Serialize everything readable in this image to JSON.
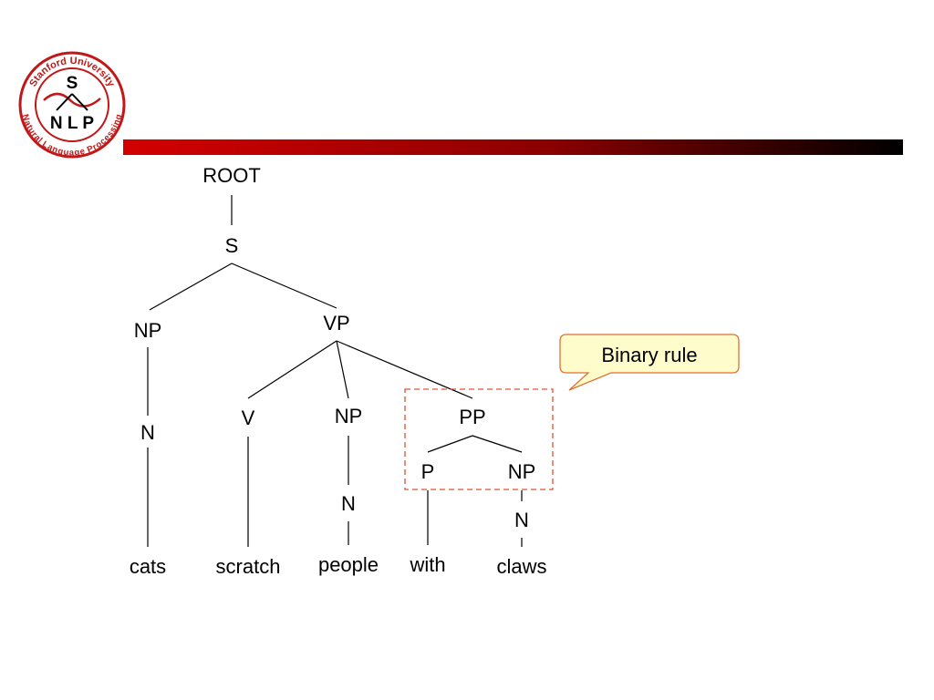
{
  "logo": {
    "ring_top_text": "Stanford University",
    "ring_bottom_text": "Natural Language Processing",
    "letter_s": "S",
    "letters_nlp": "N L P",
    "colors": {
      "ring": "#c01818",
      "text": "#000000"
    }
  },
  "header_bar": {
    "gradient_start": "#d40000",
    "gradient_end": "#000000"
  },
  "tree": {
    "root": "ROOT",
    "s": "S",
    "np_subject": "NP",
    "vp": "VP",
    "n_subject": "N",
    "v": "V",
    "np_object": "NP",
    "n_object": "N",
    "pp": "PP",
    "p": "P",
    "np_pp": "NP",
    "n_pp": "N",
    "words": {
      "cats": "cats",
      "scratch": "scratch",
      "people": "people",
      "with": "with",
      "claws": "claws"
    }
  },
  "callout": {
    "label": "Binary rule",
    "fill": "#fffccc",
    "border": "#e07030"
  },
  "highlight_box": {
    "border": "#e05030"
  }
}
